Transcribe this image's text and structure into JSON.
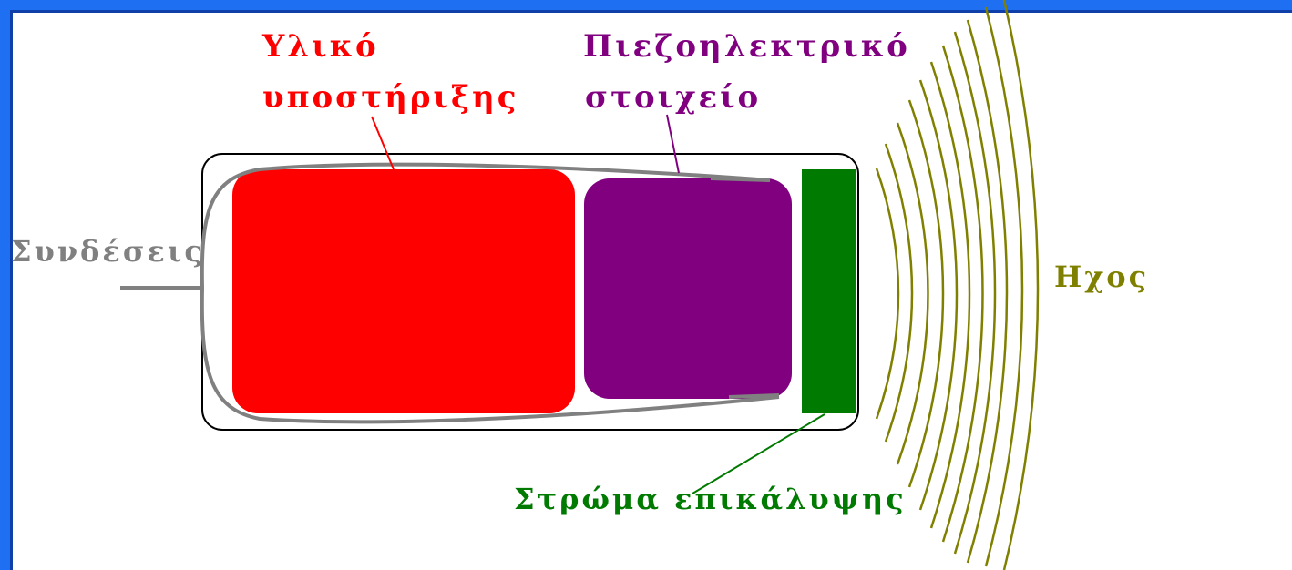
{
  "labels": {
    "backing_line1": "Υλικό",
    "backing_line2": "υποστήριξης",
    "piezo_line1": "Πιεζοηλεκτρικό",
    "piezo_line2": "στοιχείο",
    "connections": "Συνδέσεις",
    "sound": "Ηχος",
    "coating": "Στρώμα επικάλυψης"
  },
  "colors": {
    "frame": "#1f6ff2",
    "backing": "#ff0000",
    "piezo": "#800080",
    "coating": "#007a00",
    "wire": "#808080",
    "sound": "#808000",
    "outline": "#000000"
  }
}
